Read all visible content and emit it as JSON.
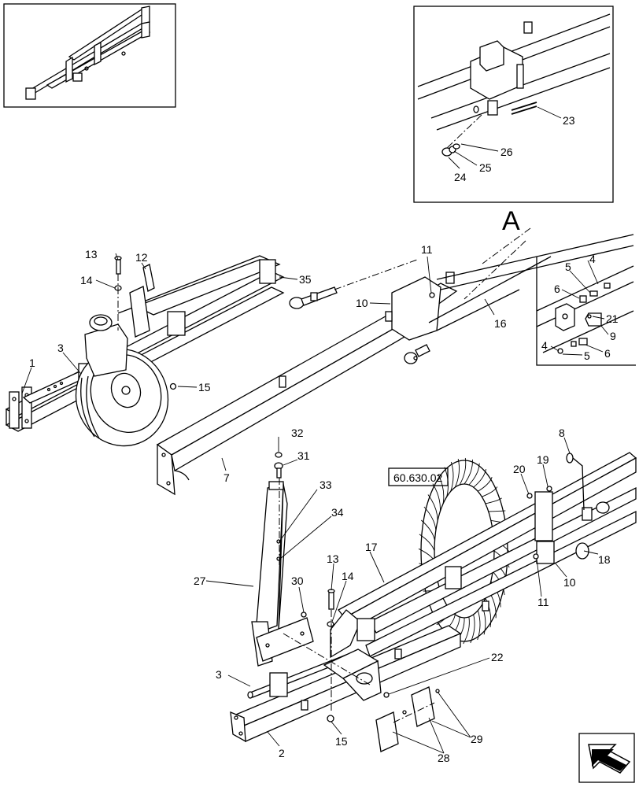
{
  "diagram": {
    "view_label": "A",
    "reference_box": "60.630.02",
    "callouts": [
      "1",
      "2",
      "3",
      "4",
      "5",
      "6",
      "7",
      "8",
      "9",
      "10",
      "11",
      "12",
      "13",
      "14",
      "15",
      "16",
      "17",
      "18",
      "19",
      "20",
      "21",
      "22",
      "23",
      "24",
      "25",
      "26",
      "27",
      "28",
      "29",
      "30",
      "31",
      "32",
      "33",
      "34",
      "35"
    ],
    "callout_instances": [
      {
        "id": "c13a",
        "text": "13"
      },
      {
        "id": "c12",
        "text": "12"
      },
      {
        "id": "c14a",
        "text": "14"
      },
      {
        "id": "c35",
        "text": "35"
      },
      {
        "id": "c11a",
        "text": "11"
      },
      {
        "id": "c10a",
        "text": "10"
      },
      {
        "id": "c16",
        "text": "16"
      },
      {
        "id": "c3a",
        "text": "3"
      },
      {
        "id": "c1",
        "text": "1"
      },
      {
        "id": "c15a",
        "text": "15"
      },
      {
        "id": "c7",
        "text": "7"
      },
      {
        "id": "c23",
        "text": "23"
      },
      {
        "id": "c26",
        "text": "26"
      },
      {
        "id": "c25",
        "text": "25"
      },
      {
        "id": "c24",
        "text": "24"
      },
      {
        "id": "c4a",
        "text": "4"
      },
      {
        "id": "c5a",
        "text": "5"
      },
      {
        "id": "c6a",
        "text": "6"
      },
      {
        "id": "c21",
        "text": "21"
      },
      {
        "id": "c9",
        "text": "9"
      },
      {
        "id": "c4b",
        "text": "4"
      },
      {
        "id": "c5b",
        "text": "5"
      },
      {
        "id": "c6b",
        "text": "6"
      },
      {
        "id": "c32",
        "text": "32"
      },
      {
        "id": "c31",
        "text": "31"
      },
      {
        "id": "c33",
        "text": "33"
      },
      {
        "id": "c34",
        "text": "34"
      },
      {
        "id": "c27",
        "text": "27"
      },
      {
        "id": "c30",
        "text": "30"
      },
      {
        "id": "c13b",
        "text": "13"
      },
      {
        "id": "c14b",
        "text": "14"
      },
      {
        "id": "c17",
        "text": "17"
      },
      {
        "id": "c8",
        "text": "8"
      },
      {
        "id": "c20",
        "text": "20"
      },
      {
        "id": "c19",
        "text": "19"
      },
      {
        "id": "c18",
        "text": "18"
      },
      {
        "id": "c10b",
        "text": "10"
      },
      {
        "id": "c11b",
        "text": "11"
      },
      {
        "id": "c22",
        "text": "22"
      },
      {
        "id": "c3b",
        "text": "3"
      },
      {
        "id": "c15b",
        "text": "15"
      },
      {
        "id": "c2",
        "text": "2"
      },
      {
        "id": "c29",
        "text": "29"
      },
      {
        "id": "c28",
        "text": "28"
      }
    ]
  },
  "nav": {
    "icon": "next-page-arrow-icon"
  }
}
